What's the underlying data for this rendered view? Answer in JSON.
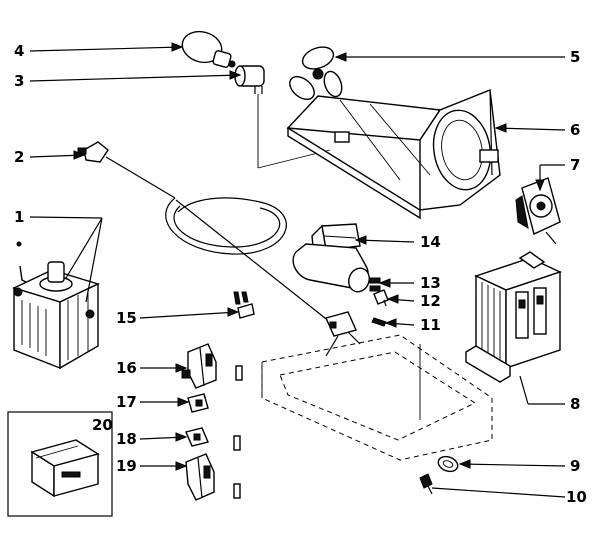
{
  "callouts": [
    {
      "id": "p1",
      "label": "1"
    },
    {
      "id": "p2",
      "label": "2"
    },
    {
      "id": "p3",
      "label": "3"
    },
    {
      "id": "p4",
      "label": "4"
    },
    {
      "id": "p5",
      "label": "5"
    },
    {
      "id": "p6",
      "label": "6"
    },
    {
      "id": "p7",
      "label": "7"
    },
    {
      "id": "p8",
      "label": "8"
    },
    {
      "id": "p9",
      "label": "9"
    },
    {
      "id": "p10",
      "label": "10"
    },
    {
      "id": "p11",
      "label": "11"
    },
    {
      "id": "p12",
      "label": "12"
    },
    {
      "id": "p13",
      "label": "13"
    },
    {
      "id": "p14",
      "label": "14"
    },
    {
      "id": "p15",
      "label": "15"
    },
    {
      "id": "p16",
      "label": "16"
    },
    {
      "id": "p17",
      "label": "17"
    },
    {
      "id": "p18",
      "label": "18"
    },
    {
      "id": "p19",
      "label": "19"
    },
    {
      "id": "p20",
      "label": "20"
    }
  ]
}
